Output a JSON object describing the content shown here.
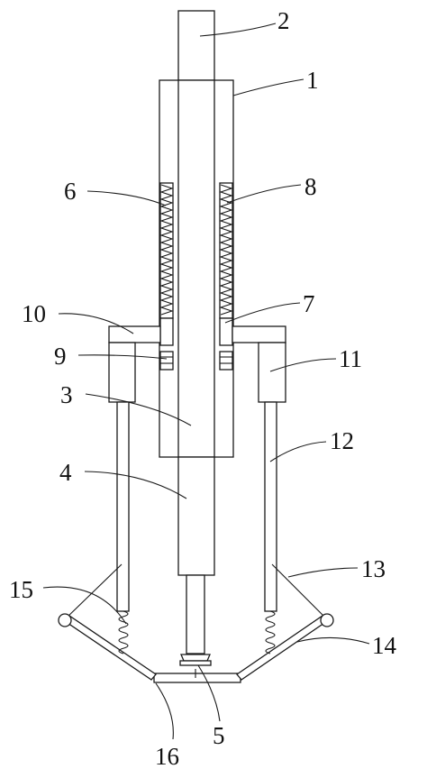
{
  "figure": {
    "labels": [
      {
        "id": "1",
        "text": "1"
      },
      {
        "id": "2",
        "text": "2"
      },
      {
        "id": "3",
        "text": "3"
      },
      {
        "id": "4",
        "text": "4"
      },
      {
        "id": "5",
        "text": "5"
      },
      {
        "id": "6",
        "text": "6"
      },
      {
        "id": "7",
        "text": "7"
      },
      {
        "id": "8",
        "text": "8"
      },
      {
        "id": "9",
        "text": "9"
      },
      {
        "id": "10",
        "text": "10"
      },
      {
        "id": "11",
        "text": "11"
      },
      {
        "id": "12",
        "text": "12"
      },
      {
        "id": "13",
        "text": "13"
      },
      {
        "id": "14",
        "text": "14"
      },
      {
        "id": "15",
        "text": "15"
      },
      {
        "id": "16",
        "text": "16"
      }
    ],
    "colors": {
      "line": "#1a1a1a",
      "background": "#ffffff"
    }
  }
}
